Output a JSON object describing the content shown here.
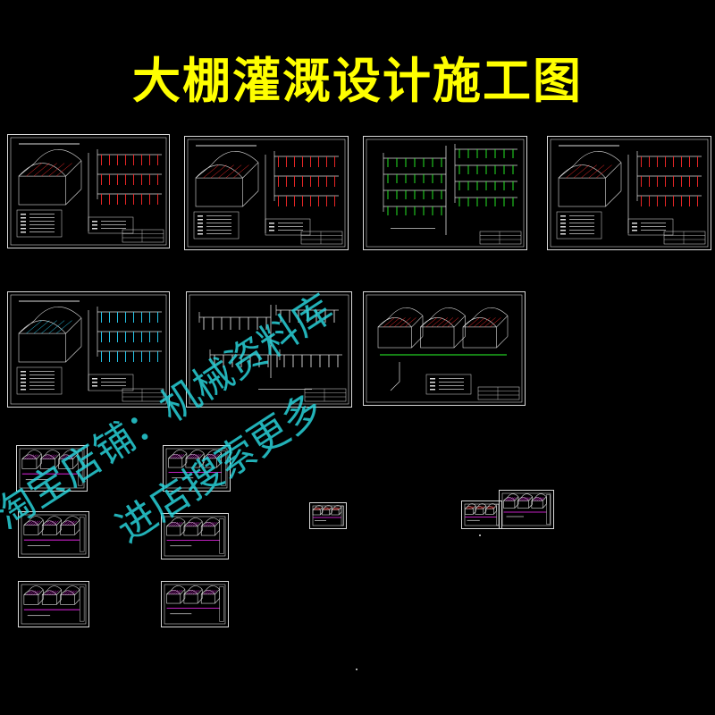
{
  "title": "大棚灌溉设计施工图",
  "watermark": {
    "line1": "淘宝店铺：机械资料库",
    "line2": "进店搜索更多"
  },
  "colors": {
    "background": "#000000",
    "title": "#ffff00",
    "frame": "#d8d8d8",
    "pipe_red": "#ff2a2a",
    "pipe_green": "#2aff2a",
    "pipe_cyan": "#2ad8ff",
    "watermark": "#2ad8e0",
    "magenta": "#ff2aff"
  },
  "sheets": [
    {
      "id": "sheet-1",
      "variant": "red"
    },
    {
      "id": "sheet-2",
      "variant": "red"
    },
    {
      "id": "sheet-3",
      "variant": "green"
    },
    {
      "id": "sheet-4",
      "variant": "red"
    },
    {
      "id": "sheet-5",
      "variant": "cyan"
    },
    {
      "id": "sheet-6",
      "variant": "white"
    },
    {
      "id": "sheet-7",
      "variant": "tunnels"
    },
    {
      "id": "thumb-1",
      "variant": "thumb"
    },
    {
      "id": "thumb-2",
      "variant": "thumb"
    },
    {
      "id": "thumb-3",
      "variant": "thumb"
    },
    {
      "id": "thumb-4",
      "variant": "thumb"
    },
    {
      "id": "thumb-5",
      "variant": "thumb"
    },
    {
      "id": "thumb-6",
      "variant": "thumb"
    },
    {
      "id": "thumb-7",
      "variant": "thumb-small"
    },
    {
      "id": "thumb-8",
      "variant": "thumb-small"
    },
    {
      "id": "thumb-9",
      "variant": "thumb"
    }
  ]
}
